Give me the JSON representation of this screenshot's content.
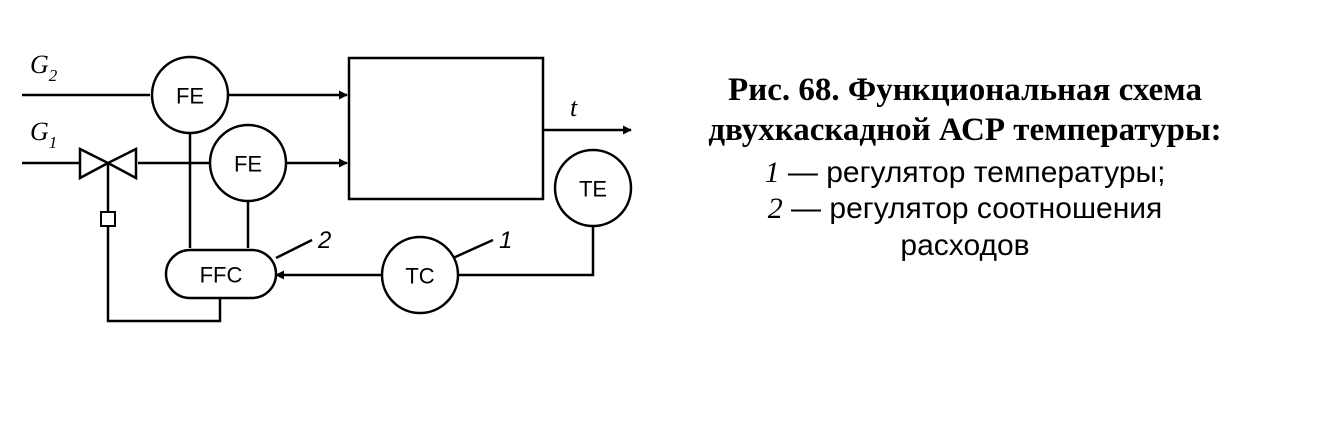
{
  "diagram": {
    "inputs": {
      "g2": {
        "letter": "G",
        "subscript": "2"
      },
      "g1": {
        "letter": "G",
        "subscript": "1"
      }
    },
    "output_label": "t",
    "nodes": {
      "fe_top": "FE",
      "fe_mid": "FE",
      "te": "TE",
      "ffc": "FFC",
      "tc": "TC"
    },
    "callouts": {
      "ffc_number": "2",
      "tc_number": "1"
    }
  },
  "caption": {
    "title_line1": "Рис. 68. Функциональная схема",
    "title_line2": "двухкаскадной АСР температуры:",
    "item1_number": "1",
    "item1_text": " — регулятор температуры;",
    "item2_number": "2",
    "item2_text": " — регулятор соотношения",
    "item2_text_line2": "расходов"
  }
}
